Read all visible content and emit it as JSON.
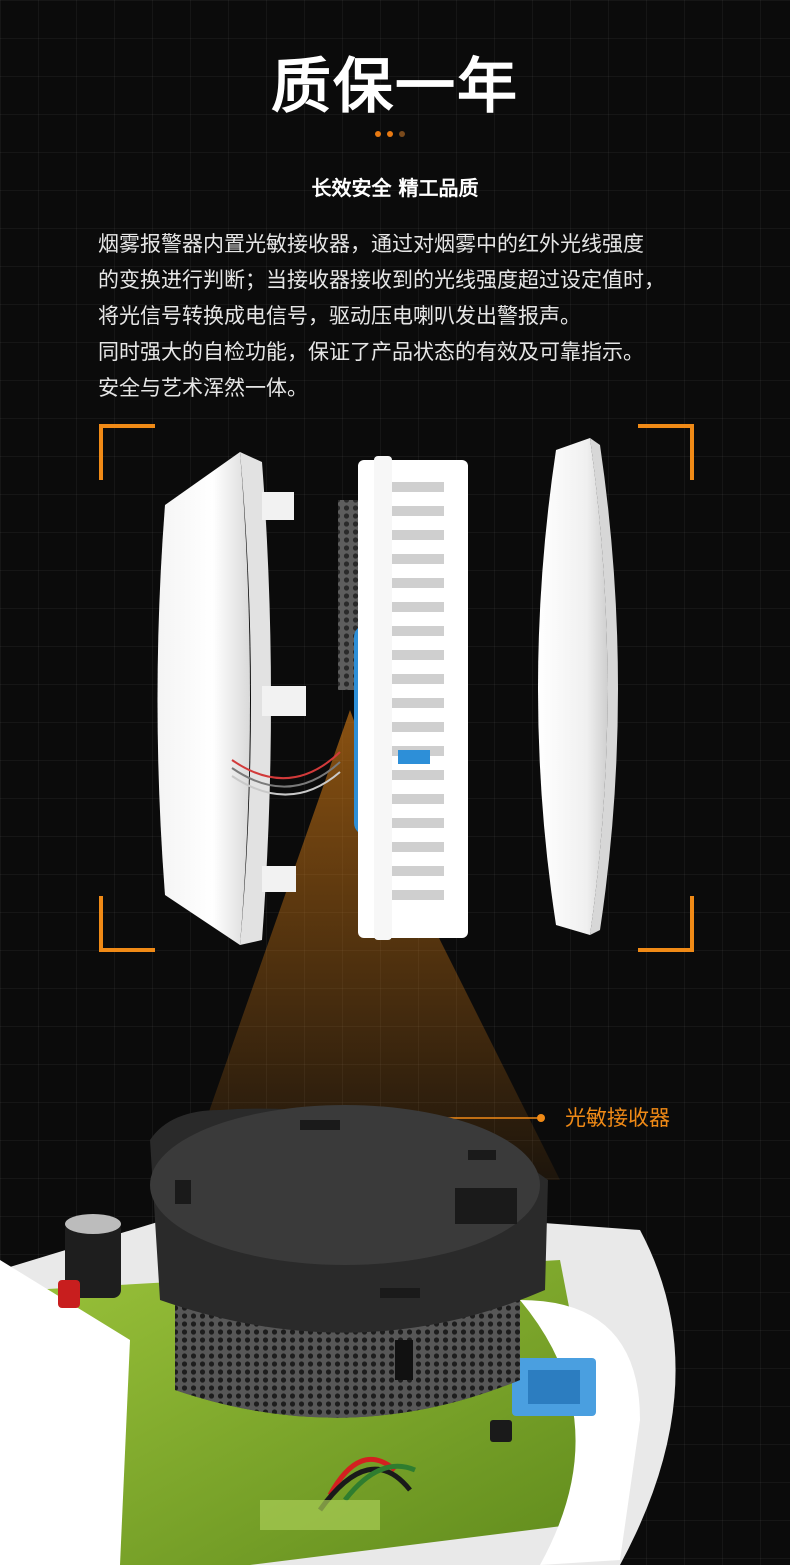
{
  "header": {
    "title": "质保一年",
    "subtitle": "长效安全 精工品质"
  },
  "description": {
    "lines": [
      "烟雾报警器内置光敏接收器，通过对烟雾中的红外光线强度",
      "的变换进行判断；当接收器接收到的光线强度超过设定值时，",
      "将光信号转换成电信号，驱动压电喇叭发出警报声。",
      "同时强大的自检功能，保证了产品状态的有效及可靠指示。",
      "安全与艺术浑然一体。"
    ]
  },
  "callout": {
    "label": "光敏接收器"
  },
  "colors": {
    "accent": "#f08a16",
    "background": "#0b0b0b",
    "text": "#ffffff"
  }
}
